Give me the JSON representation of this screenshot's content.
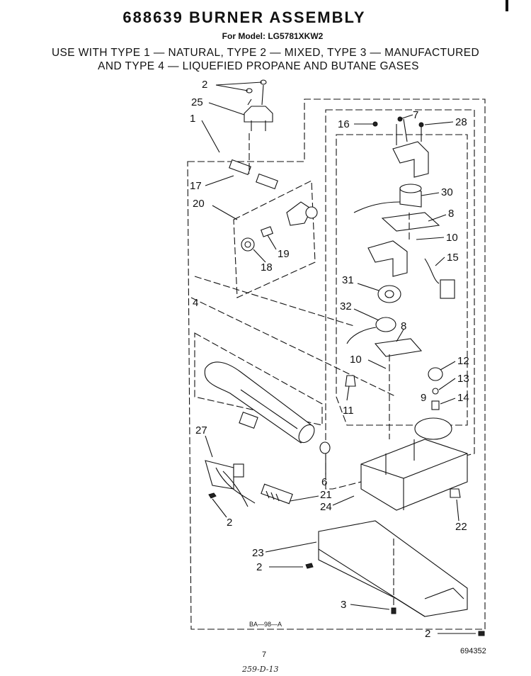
{
  "header": {
    "title": "688639 BURNER ASSEMBLY",
    "model": "For Model: LG5781XKW2",
    "usage_line1": "USE WITH TYPE 1 — NATURAL, TYPE 2 — MIXED, TYPE 3 — MANUFACTURED",
    "usage_line2": "AND TYPE 4 — LIQUEFIED PROPANE AND BUTANE GASES"
  },
  "callouts": {
    "c2_top": "2",
    "c25": "25",
    "c1": "1",
    "c16": "16",
    "c7": "7",
    "c28": "28",
    "c17": "17",
    "c30": "30",
    "c20": "20",
    "c8a": "8",
    "c10a": "10",
    "c19": "19",
    "c18": "18",
    "c15": "15",
    "c31": "31",
    "c4": "4",
    "c32": "32",
    "c8b": "8",
    "c10b": "10",
    "c12": "12",
    "c13": "13",
    "c9": "9",
    "c14": "14",
    "c11": "11",
    "c27": "27",
    "c6": "6",
    "c21": "21",
    "c24": "24",
    "c2_left": "2",
    "c22": "22",
    "c23": "23",
    "c2_mid": "2",
    "c3": "3",
    "c2_bottom": "2"
  },
  "footer": {
    "drawing_code": "BA—98—A",
    "page_number": "7",
    "doc_number": "694352",
    "handwritten_note": "259-D-13"
  }
}
